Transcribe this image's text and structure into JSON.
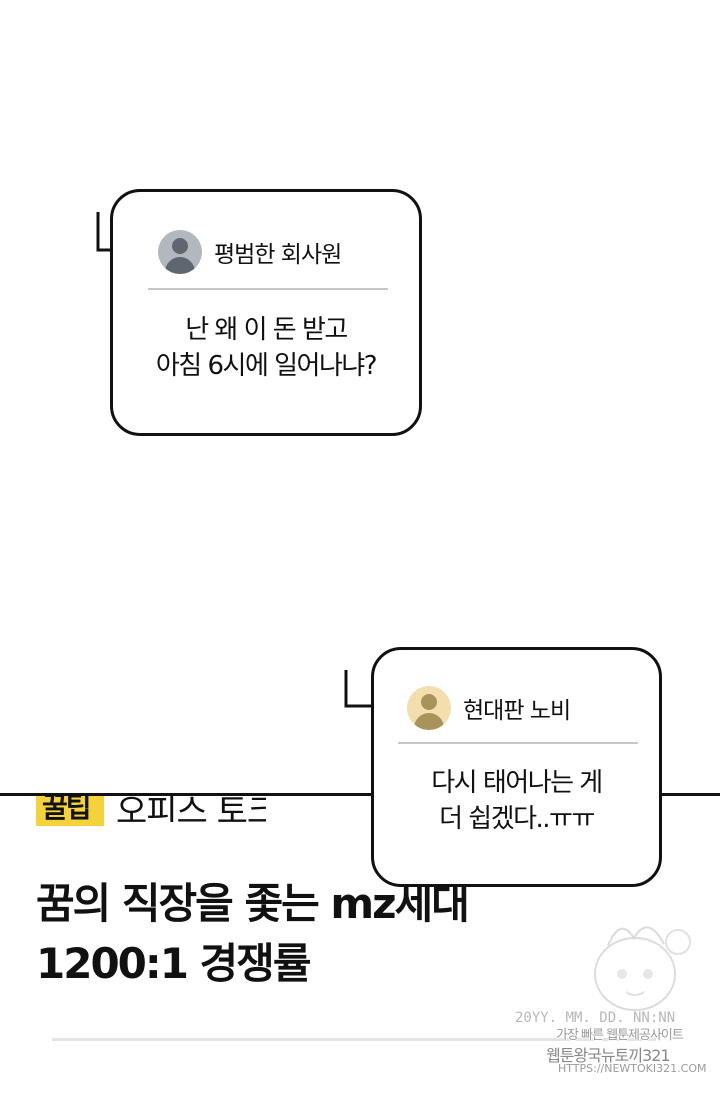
{
  "comments": [
    {
      "username": "평범한 회사원",
      "avatar": "gray-person-icon",
      "lines": [
        "난 왜 이 돈 받고",
        "아침 6시에 일어나냐?"
      ]
    },
    {
      "username": "현대판 노비",
      "avatar": "beige-person-icon",
      "lines": [
        "다시 태어나는 게",
        "더 쉽겠다..ㅠㅠ"
      ]
    }
  ],
  "article": {
    "tag_badge": "꿀팁",
    "tag_label": "오피스 토크",
    "headline_lines": [
      "꿈의 직장을 좇는 mz세대",
      "1200:1 경쟁률"
    ]
  },
  "watermark": {
    "date": "20YY. MM. DD.  NN:NN",
    "lines": [
      "가장 빠른 웹툰제공사이트",
      "웹툰왕국뉴토끼321",
      "HTTPS://NEWTOKI321.COM"
    ]
  },
  "colors": {
    "badge": "#f6d23a",
    "avatar_gray": "#b3b8bf",
    "avatar_beige": "#f3dfae"
  }
}
